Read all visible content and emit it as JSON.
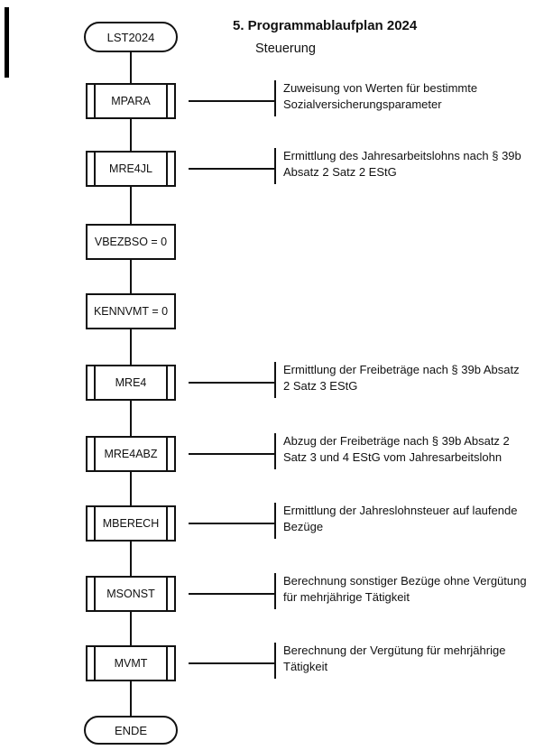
{
  "page": {
    "title": "5. Programmablaufplan 2024",
    "subtitle": "Steuerung"
  },
  "flow": {
    "start": {
      "label": "LST2024"
    },
    "end": {
      "label": "ENDE"
    },
    "steps": [
      {
        "label": "MPARA",
        "type": "subroutine",
        "annotation": "Zuweisung von Werten für bestimmte Sozialversicherungsparameter"
      },
      {
        "label": "MRE4JL",
        "type": "subroutine",
        "annotation": "Ermittlung des Jahresarbeitslohns nach § 39b Absatz 2 Satz 2 EStG"
      },
      {
        "label": "VBEZBSO = 0",
        "type": "process",
        "annotation": ""
      },
      {
        "label": "KENNVMT = 0",
        "type": "process",
        "annotation": ""
      },
      {
        "label": "MRE4",
        "type": "subroutine",
        "annotation": "Ermittlung der Freibeträge nach § 39b Absatz 2 Satz 3 EStG"
      },
      {
        "label": "MRE4ABZ",
        "type": "subroutine",
        "annotation": "Abzug der Freibeträge nach § 39b Absatz 2 Satz 3 und 4 EStG vom Jahresarbeitslohn"
      },
      {
        "label": "MBERECH",
        "type": "subroutine",
        "annotation": "Ermittlung der Jahreslohnsteuer auf laufende Bezüge"
      },
      {
        "label": "MSONST",
        "type": "subroutine",
        "annotation": "Berechnung sonstiger Bezüge ohne Vergütung für mehrjährige Tätigkeit"
      },
      {
        "label": "MVMT",
        "type": "subroutine",
        "annotation": "Berechnung der Vergütung für mehrjährige Tätigkeit"
      }
    ]
  }
}
